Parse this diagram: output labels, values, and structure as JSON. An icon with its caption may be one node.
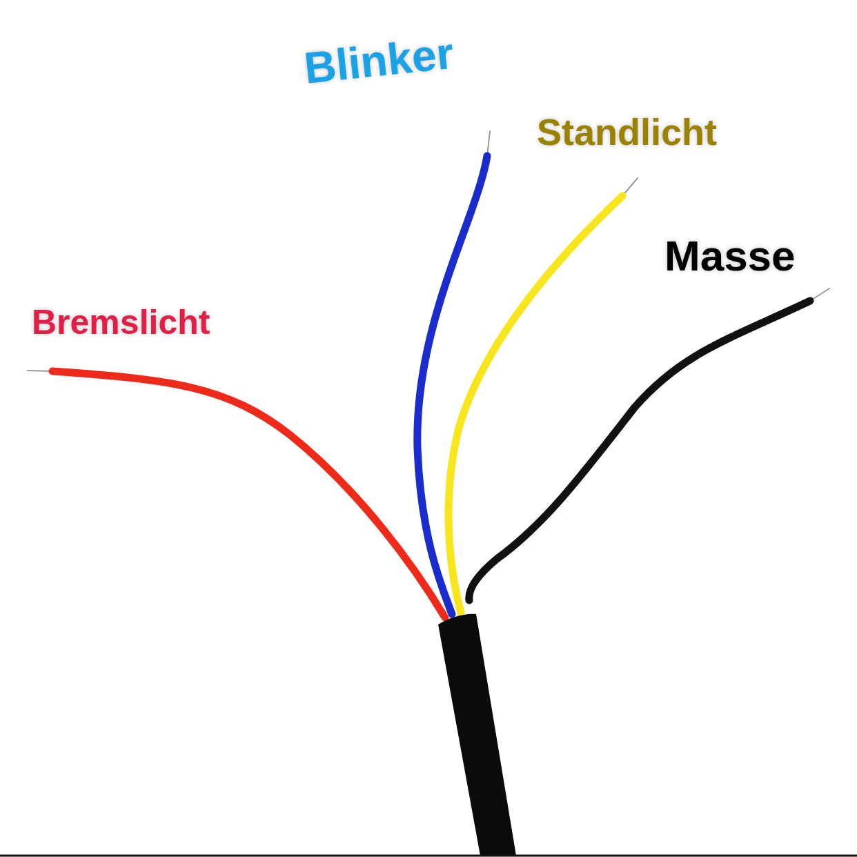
{
  "diagram": {
    "labels": [
      "Blinker",
      "Standlicht",
      "Masse",
      "Bremslicht"
    ]
  }
}
